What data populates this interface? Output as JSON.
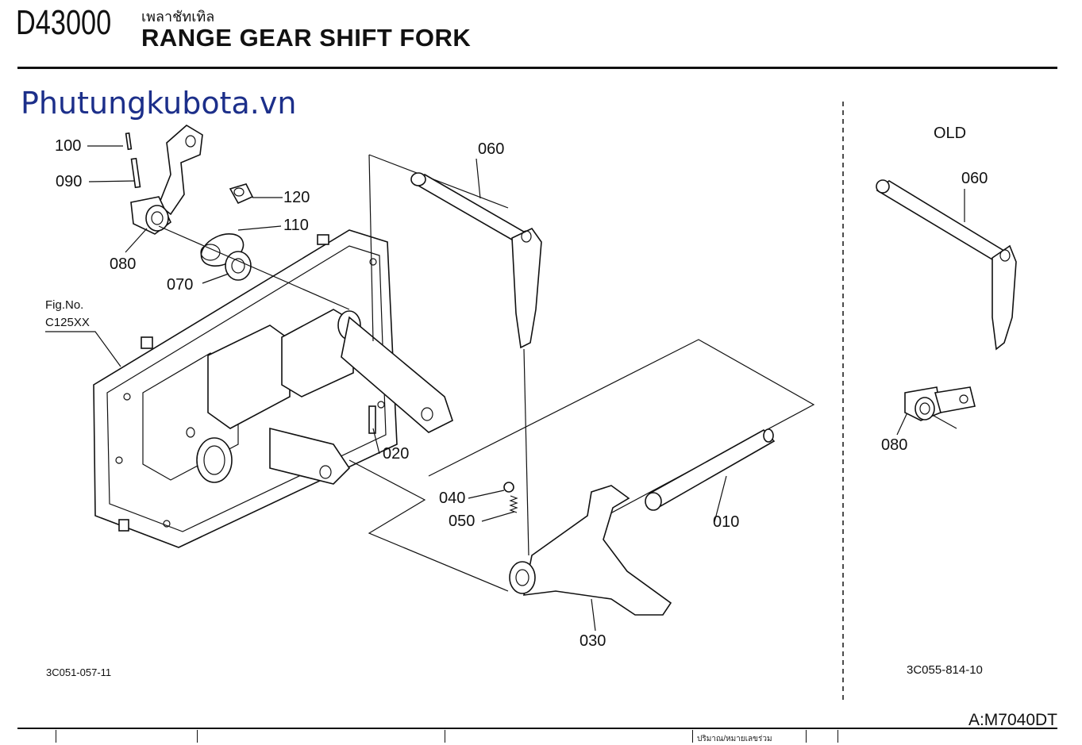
{
  "header": {
    "code": "D43000",
    "thai_title": "เพลาชัทเทิล",
    "title": "RANGE GEAR SHIFT FORK"
  },
  "watermark": "Phutungkubota.vn",
  "section_label": "OLD",
  "figure_ref": {
    "line1": "Fig.No.",
    "line2": "C125XX"
  },
  "part_labels": {
    "p100": "100",
    "p090": "090",
    "p080": "080",
    "p070": "070",
    "p120": "120",
    "p110": "110",
    "p060": "060",
    "p020": "020",
    "p040": "040",
    "p050": "050",
    "p010": "010",
    "p030": "030",
    "old_060": "060",
    "old_080": "080"
  },
  "drawing_numbers": {
    "left": "3C051-057-11",
    "right": "3C055-814-10"
  },
  "model": "A:M7040DT",
  "table_header_partial": "ปริมาณ/หมายเลขร่วม"
}
